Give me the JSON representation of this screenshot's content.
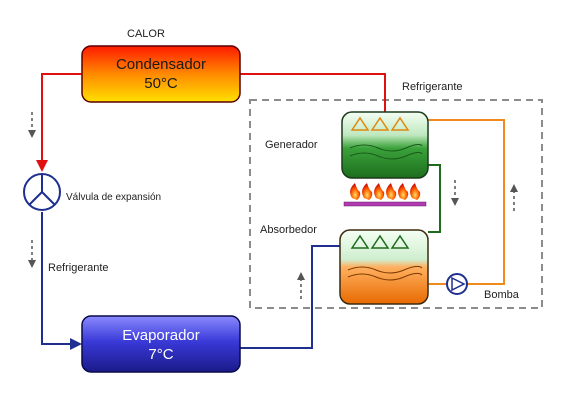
{
  "diagram": {
    "heat_label": "CALOR",
    "condenser": {
      "name": "Condensador",
      "temp": "50°C"
    },
    "evaporator": {
      "name": "Evaporador",
      "temp": "7°C"
    },
    "generator_label": "Generador",
    "absorber_label": "Absorbedor",
    "pump_label": "Bomba",
    "valve_label": "Válvula de expansión",
    "refrigerant_top": "Refrigerante",
    "refrigerant_left": "Refrigerante",
    "colors": {
      "hot_line": "#e01010",
      "cold_line": "#1f2f8f",
      "solution_line": "#1e6b1e",
      "pump_line": "#f08a1c",
      "dashed_box": "#888888"
    }
  }
}
